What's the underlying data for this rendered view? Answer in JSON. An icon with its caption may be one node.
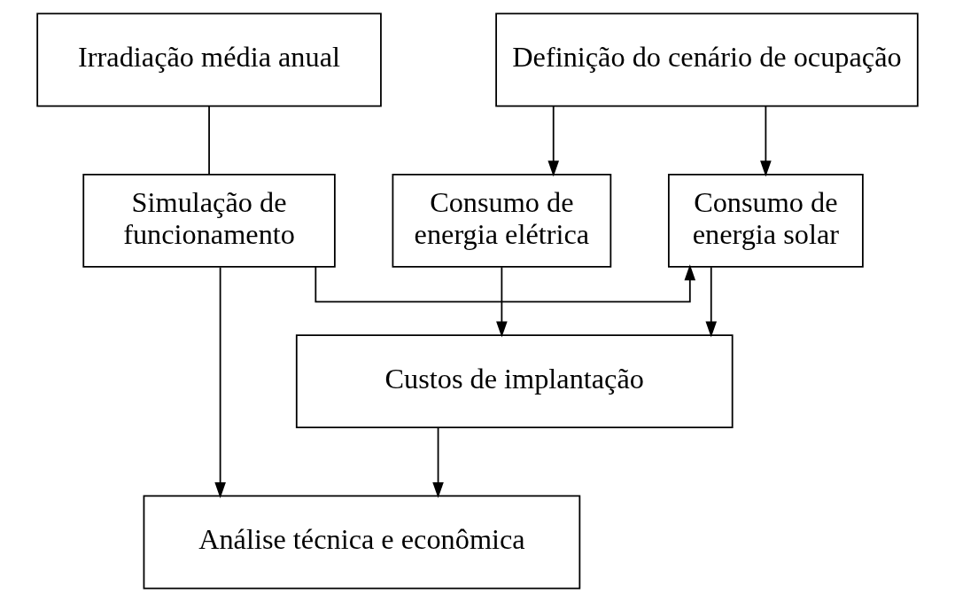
{
  "diagram": {
    "nodes": [
      {
        "text": [
          "Definição do cenário de ocupação"
        ]
      },
      {
        "text": [
          "Irradiação média anual"
        ]
      },
      {
        "text": [
          "Consumo de energia elétrica"
        ]
      },
      {
        "text": [
          "Consumo de energia solar"
        ]
      },
      {
        "text": [
          "Simulação de funcionamento"
        ]
      },
      {
        "text": [
          "Custos de implantação"
        ]
      },
      {
        "text": [
          "Análise técnica e econômica"
        ]
      }
    ],
    "edges": [
      {
        "from": 0,
        "to": 2,
        "arrow": "to"
      },
      {
        "from": 0,
        "to": 3,
        "arrow": "to"
      },
      {
        "from": 1,
        "to": 4,
        "arrow": "none"
      },
      {
        "from": 4,
        "to": 3,
        "arrow": "to"
      },
      {
        "from": 2,
        "to": 5,
        "arrow": "to"
      },
      {
        "from": 3,
        "to": 5,
        "arrow": "to"
      },
      {
        "from": 5,
        "to": 6,
        "arrow": "to"
      },
      {
        "from": 4,
        "to": 6,
        "arrow": "to"
      }
    ]
  }
}
